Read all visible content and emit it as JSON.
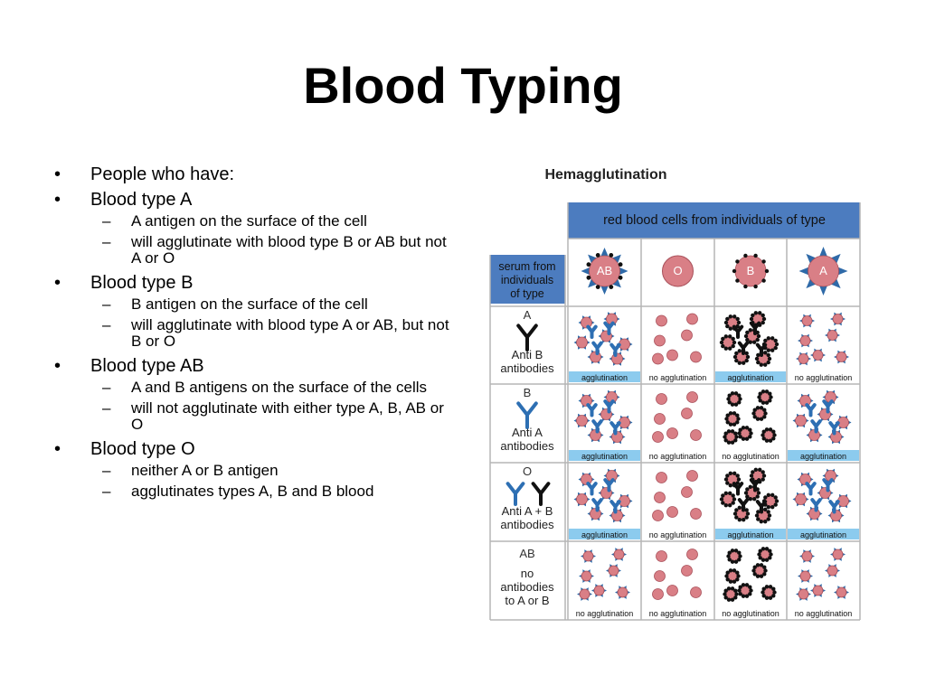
{
  "slide": {
    "title": "Blood Typing"
  },
  "bullets": [
    {
      "text": "People who have:",
      "sub": []
    },
    {
      "text": "Blood type A",
      "sub": [
        "A antigen on the surface of the cell",
        "will agglutinate with blood type B or AB but not A or O"
      ]
    },
    {
      "text": "Blood type B",
      "sub": [
        "B antigen on the surface of the cell",
        "will agglutinate with blood type A or AB, but not B or O"
      ]
    },
    {
      "text": "Blood type AB",
      "sub": [
        "A and B antigens on the surface of the cells",
        "will not agglutinate with either type A, B, AB or O"
      ]
    },
    {
      "text": "Blood type O",
      "sub": [
        "neither A or B antigen",
        "agglutinates types A, B and B blood"
      ]
    }
  ],
  "figure": {
    "title": "Hemagglutination",
    "header": "red blood cells from individuals of type",
    "serum_header": [
      "serum from",
      "individuals",
      "of type"
    ],
    "columns": [
      "AB",
      "O",
      "B",
      "A"
    ],
    "rows": [
      {
        "type": "A",
        "antibody": [
          "Anti B",
          "antibodies"
        ],
        "cells": [
          "agglutination",
          "no agglutination",
          "agglutination",
          "no agglutination"
        ]
      },
      {
        "type": "B",
        "antibody": [
          "Anti A",
          "antibodies"
        ],
        "cells": [
          "agglutination",
          "no agglutination",
          "no agglutination",
          "agglutination"
        ]
      },
      {
        "type": "O",
        "antibody": [
          "Anti A + B",
          "antibodies"
        ],
        "cells": [
          "agglutination",
          "no agglutination",
          "agglutination",
          "agglutination"
        ]
      },
      {
        "type": "AB",
        "antibody": [
          "no",
          "antibodies",
          "to A or B"
        ],
        "cells": [
          "no agglutination",
          "no agglutination",
          "no agglutination",
          "no agglutination"
        ]
      }
    ],
    "colors": {
      "header_blue": "#4c7cbf",
      "label_blue": "#8ccbee",
      "cell_red": "#d97f86",
      "spike_blue": "#2f6aa8",
      "antibody_black": "#111111",
      "antibody_blue": "#2d6fb3"
    }
  }
}
